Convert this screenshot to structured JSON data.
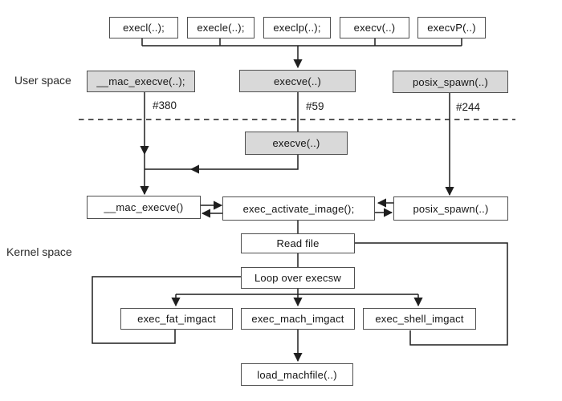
{
  "diagram": {
    "regions": {
      "user": "User space",
      "kernel": "Kernel space"
    },
    "libc_calls": [
      {
        "label": "execl(..);"
      },
      {
        "label": "execle(..);"
      },
      {
        "label": "execlp(..);"
      },
      {
        "label": "execv(..)"
      },
      {
        "label": "execvP(..)"
      }
    ],
    "user_entry": [
      {
        "label": "__mac_execve(..);",
        "syscall": "#380"
      },
      {
        "label": "execve(..)",
        "syscall": "#59"
      },
      {
        "label": "posix_spawn(..)",
        "syscall": "#244"
      }
    ],
    "kernel_trampoline": {
      "label": "execve(..)"
    },
    "kernel_entry": [
      {
        "label": "__mac_execve()"
      },
      {
        "label": "exec_activate_image();"
      },
      {
        "label": "posix_spawn(..)"
      }
    ],
    "stages": {
      "read_file": "Read file",
      "loop_execsw": "Loop over execsw"
    },
    "imgacts": [
      {
        "label": "exec_fat_imgact"
      },
      {
        "label": "exec_mach_imgact"
      },
      {
        "label": "exec_shell_imgact"
      }
    ],
    "loader": {
      "label": "load_machfile(..)"
    },
    "colors": {
      "user_box_fill": "#d9d9d9",
      "kernel_box_fill": "#ffffff",
      "box_border": "#4f4f4f",
      "line": "#1f1f1f",
      "background": "#ffffff"
    }
  }
}
